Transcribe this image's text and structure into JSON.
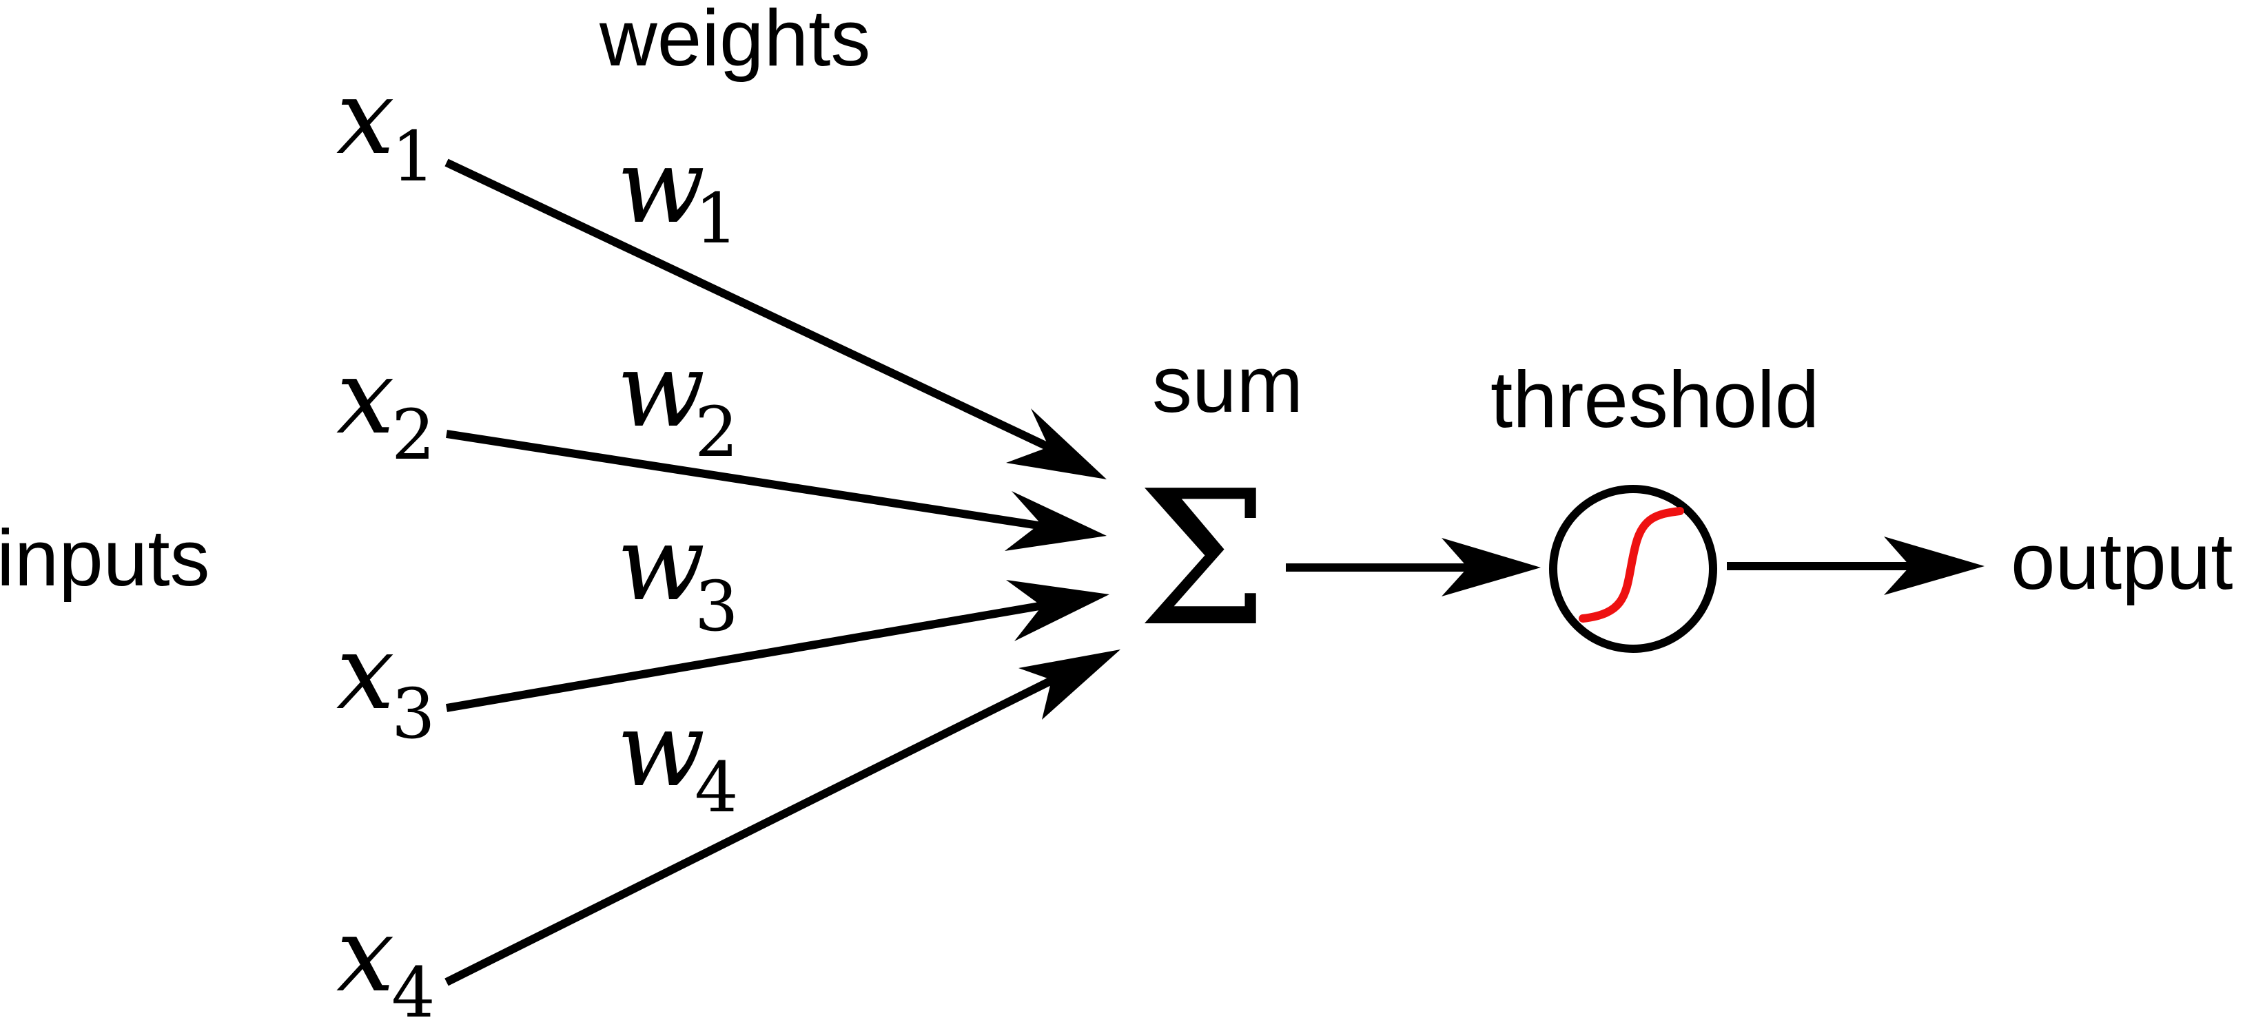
{
  "labels": {
    "inputs": "inputs",
    "weights": "weights",
    "sum": "sum",
    "threshold": "threshold",
    "output": "output"
  },
  "inputs": [
    {
      "symbol": "x",
      "index": "1"
    },
    {
      "symbol": "x",
      "index": "2"
    },
    {
      "symbol": "x",
      "index": "3"
    },
    {
      "symbol": "x",
      "index": "4"
    }
  ],
  "weights": [
    {
      "symbol": "w",
      "index": "1"
    },
    {
      "symbol": "w",
      "index": "2"
    },
    {
      "symbol": "w",
      "index": "3"
    },
    {
      "symbol": "w",
      "index": "4"
    }
  ],
  "sum_symbol": "Σ",
  "colors": {
    "ink": "#000000",
    "sigmoid": "#ee1111",
    "background": "#ffffff"
  }
}
